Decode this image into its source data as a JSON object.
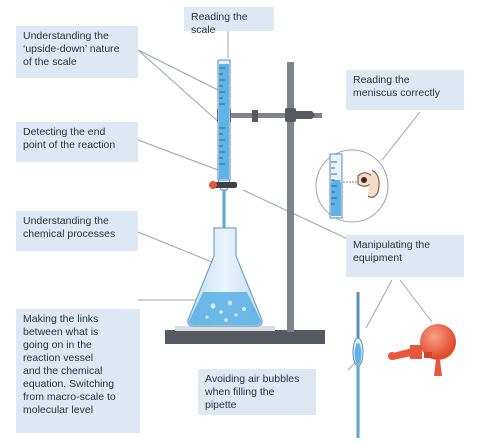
{
  "labels": {
    "upside_down": "Understanding the\n‘upside-down’ nature\nof the scale",
    "reading_scale": "Reading the scale",
    "meniscus": "Reading the\nmeniscus correctly",
    "end_point": "Detecting the end\npoint of the reaction",
    "chemical_processes": "Understanding the\nchemical processes",
    "equipment": "Manipulating the\nequipment",
    "links": "Making the links\nbetween what is\ngoing on in the\nreaction vessel\nand the chemical\nequation. Switching\nfrom macro-scale to\nmolecular level",
    "air_bubbles": "Avoiding air bubbles\nwhen filling the\npipette"
  },
  "colors": {
    "label_bg": "#dde8f2",
    "liquid": "#5fb3e6",
    "glass": "#cfe6f5",
    "stand": "#555a60",
    "pipette_filler": "#e8573c",
    "leader_line": "#9aa4ae"
  }
}
